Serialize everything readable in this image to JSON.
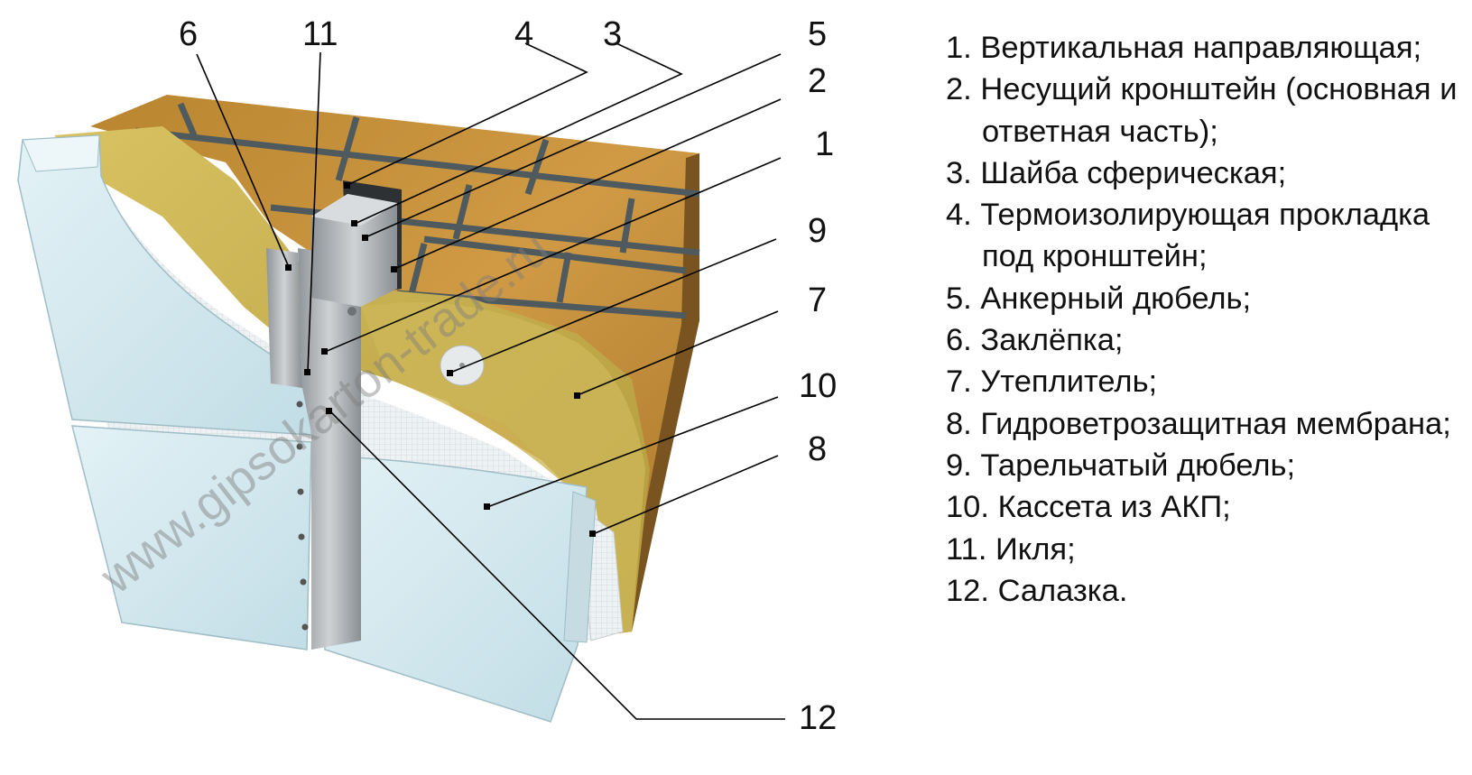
{
  "callouts": [
    "1",
    "2",
    "3",
    "4",
    "5",
    "6",
    "7",
    "8",
    "9",
    "10",
    "11",
    "12"
  ],
  "legend": [
    {
      "num": "1.",
      "text": "Вертикальная направляющая;"
    },
    {
      "num": "2.",
      "text": "Несущий кронштейн (основная и ответная часть);"
    },
    {
      "num": "3.",
      "text": "Шайба сферическая;"
    },
    {
      "num": "4.",
      "text": "Термоизолирующая прокладка под кронштейн;"
    },
    {
      "num": "5.",
      "text": "Анкерный дюбель;"
    },
    {
      "num": "6.",
      "text": "Заклёпка;"
    },
    {
      "num": "7.",
      "text": "Утеплитель;"
    },
    {
      "num": "8.",
      "text": "Гидроветрозащитная мембрана;"
    },
    {
      "num": "9.",
      "text": "Тарельчатый дюбель;"
    },
    {
      "num": "10.",
      "text": "Кассета из АКП;"
    },
    {
      "num": "11.",
      "text": "Икля;"
    },
    {
      "num": "12.",
      "text": "Салазка."
    }
  ],
  "watermark": "www.gipsokarton-trade.ru",
  "colors": {
    "brick": "#c8923a",
    "mortar": "#4e5a5e",
    "wool": "#c9b34e",
    "membrane": "#e6ecef",
    "panel": "#d6ecf2",
    "metal": "#a9adb0"
  }
}
